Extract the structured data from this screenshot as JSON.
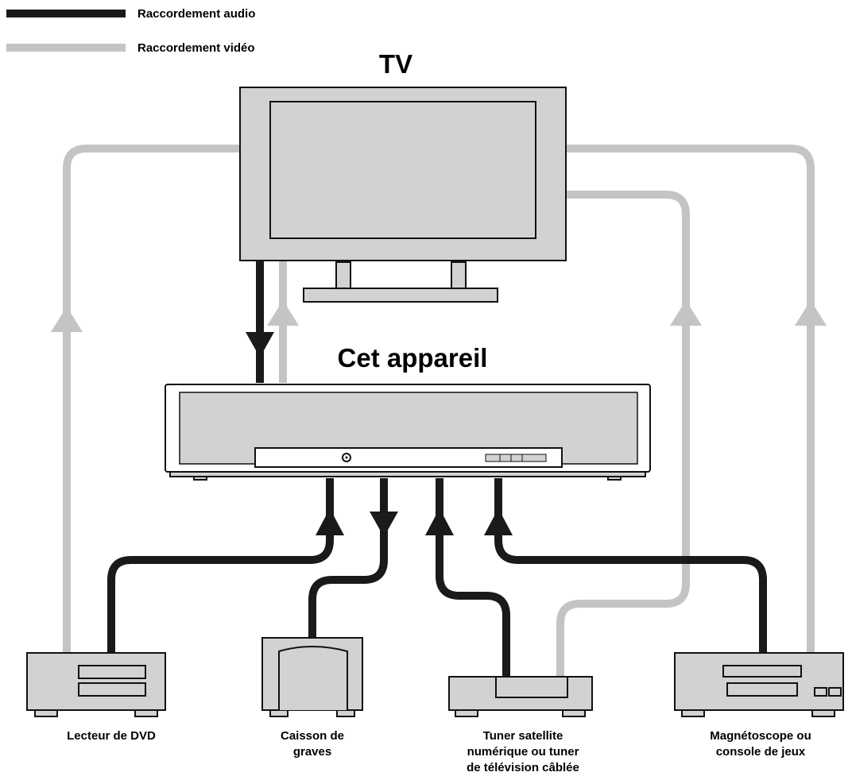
{
  "legend": {
    "audio_label": "Raccordement audio",
    "video_label": "Raccordement vidéo"
  },
  "colors": {
    "audio": "#1a1a1a",
    "video": "#c4c4c4",
    "device_fill": "#d2d2d2",
    "outline": "#111111"
  },
  "tv": {
    "title": "TV"
  },
  "receiver": {
    "title": "Cet appareil"
  },
  "devices": {
    "dvd": {
      "line1": "Lecteur de DVD"
    },
    "subwoofer": {
      "line1": "Caisson de",
      "line2": "graves"
    },
    "tuner": {
      "line1": "Tuner satellite",
      "line2": "numérique ou tuner",
      "line3": "de télévision câblée"
    },
    "vcr": {
      "line1": "Magnétoscope ou",
      "line2": "console de jeux"
    }
  }
}
